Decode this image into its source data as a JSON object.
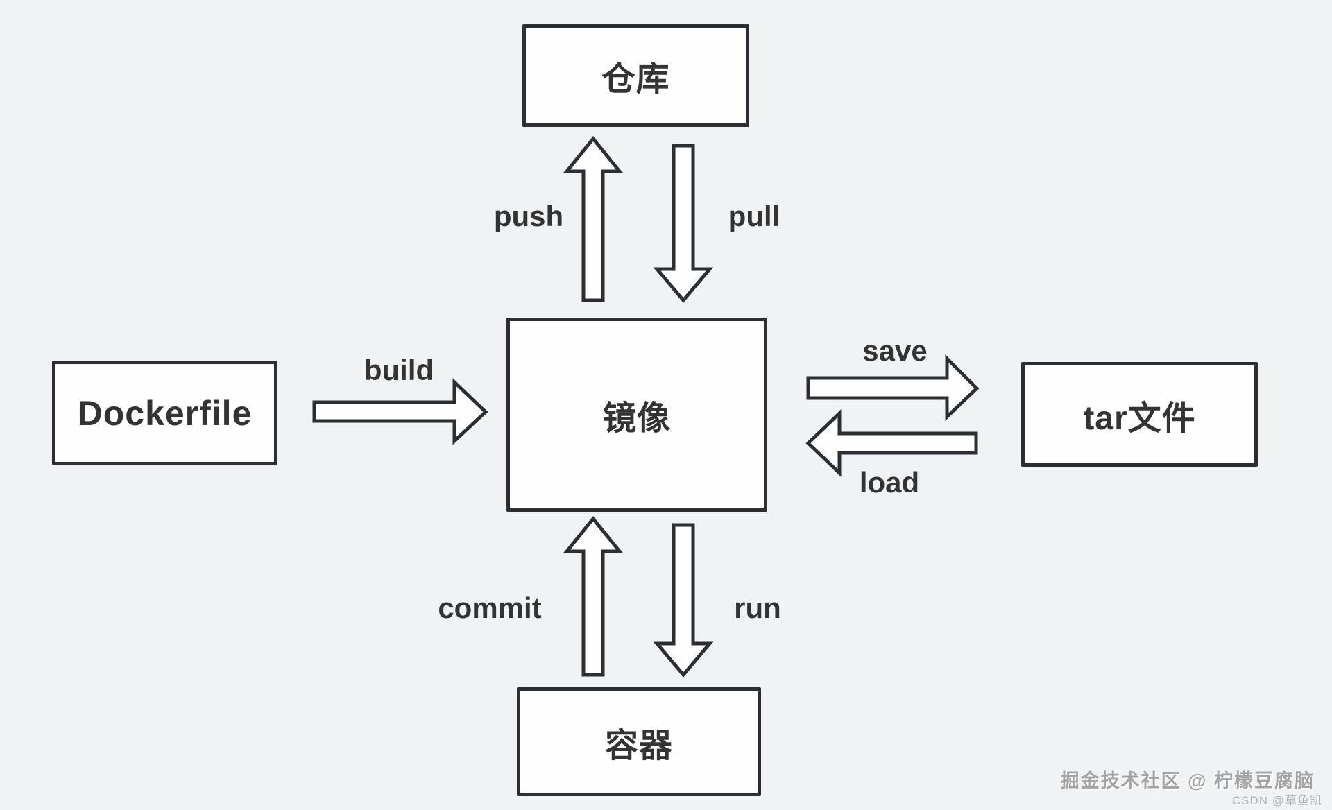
{
  "diagram": {
    "nodes": {
      "repository": {
        "label": "仓库"
      },
      "image": {
        "label": "镜像"
      },
      "dockerfile": {
        "label": "Dockerfile"
      },
      "tar_file": {
        "label": "tar文件"
      },
      "container": {
        "label": "容器"
      }
    },
    "edges": {
      "push": {
        "label": "push",
        "from": "image",
        "to": "repository"
      },
      "pull": {
        "label": "pull",
        "from": "repository",
        "to": "image"
      },
      "build": {
        "label": "build",
        "from": "dockerfile",
        "to": "image"
      },
      "save": {
        "label": "save",
        "from": "image",
        "to": "tar_file"
      },
      "load": {
        "label": "load",
        "from": "tar_file",
        "to": "image"
      },
      "commit": {
        "label": "commit",
        "from": "container",
        "to": "image"
      },
      "run": {
        "label": "run",
        "from": "image",
        "to": "container"
      }
    },
    "colors": {
      "background": "#f1f2f3",
      "box_fill": "#fefefe",
      "line": "#2b2e32",
      "text": "#333333",
      "watermark_primary": "#a3a3a3",
      "watermark_secondary": "#b2b2b2"
    }
  },
  "watermarks": {
    "juejin": "掘金技术社区 @ 柠檬豆腐脑",
    "csdn": "CSDN @草鱼凯"
  }
}
